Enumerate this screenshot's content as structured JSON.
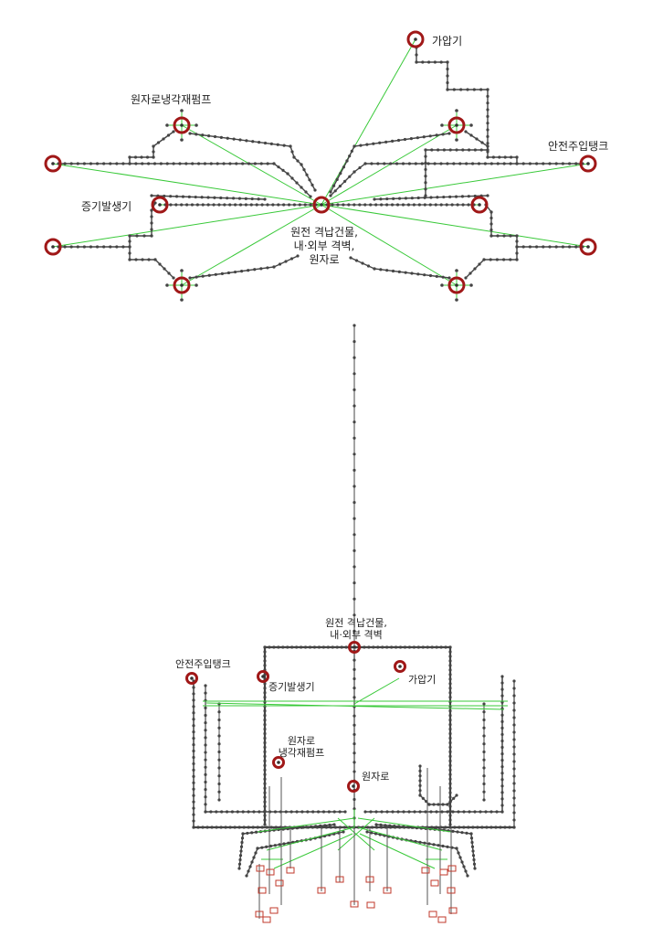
{
  "top_diagram": {
    "labels": {
      "pressurizer": "가압기",
      "coolant_pump": "원자로냉각재펌프",
      "safety_injection_tank": "안전주입탱크",
      "steam_generator": "증기발생기",
      "containment_line1": "원전 격납건물,",
      "containment_line2": "내·외부 격벽,",
      "containment_line3": "원자로"
    }
  },
  "bottom_diagram": {
    "labels": {
      "containment_line1": "원전 격납건물,",
      "containment_line2": "내·외부 격벽",
      "safety_injection_tank": "안전주입탱크",
      "steam_generator": "증기발생기",
      "pressurizer": "가압기",
      "coolant_pump_line1": "원자로",
      "coolant_pump_line2": "냉각재펌프",
      "reactor": "원자로"
    }
  },
  "colors": {
    "node_ring": "#a01818",
    "edge_green": "#39c939",
    "wire_dark": "#444444",
    "anchor_red": "#c0392b"
  }
}
